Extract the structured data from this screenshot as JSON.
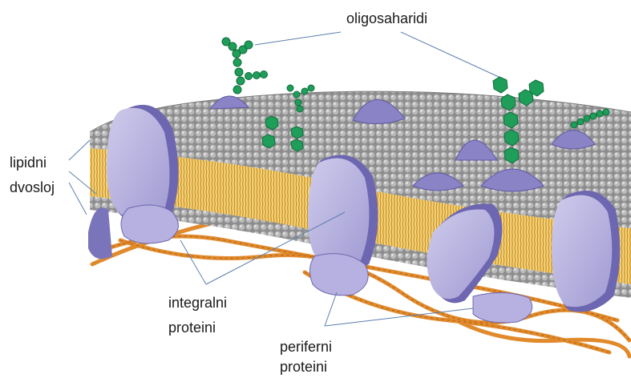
{
  "labels": {
    "oligosaccharides": "oligosaharidi",
    "lipid_bilayer": [
      "lipidni",
      "dvosloj"
    ],
    "integral_proteins": [
      "integralni",
      "proteini"
    ],
    "peripheral_proteins": [
      "periferni",
      "proteini"
    ]
  },
  "colors": {
    "membrane_surface": "#8e8e8e",
    "lipid_tails": "#e8b548",
    "protein": "#a9a4d6",
    "protein_shadow": "#6d66b0",
    "oligosaccharide": "#1f9e5a",
    "cytoskeleton": "#e08a2c",
    "leader_line": "#5b7fae"
  }
}
